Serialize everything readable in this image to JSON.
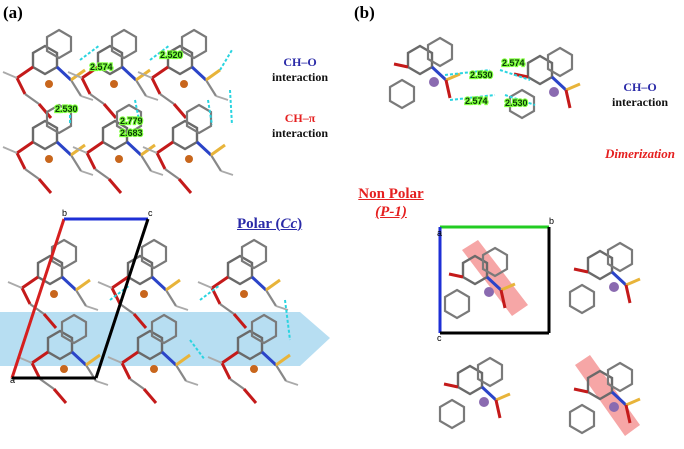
{
  "panel_a": {
    "label": "(a)",
    "top": {
      "ch_o_title": "CH–O",
      "ch_o_sub": "interaction",
      "ch_pi_title": "CH–π",
      "ch_pi_sub": "interaction",
      "distances": [
        "2.574",
        "2.520",
        "2.530",
        "2.779",
        "2.683"
      ]
    },
    "bottom": {
      "polar_prefix": "Polar (",
      "polar_space_group": "Cc",
      "polar_suffix": ")",
      "axis_a": "a",
      "axis_b": "b",
      "axis_c": "c"
    }
  },
  "panel_b": {
    "label": "(b)",
    "top": {
      "ch_o_title": "CH–O",
      "ch_o_sub": "interaction",
      "dimerization": "Dimerization",
      "distances": [
        "2.530",
        "2.574",
        "2.574",
        "2.530"
      ]
    },
    "bottom": {
      "nonpolar_line1": "Non Polar",
      "nonpolar_line2": "(P-1)",
      "axis_a": "a",
      "axis_b": "b",
      "axis_c": "c"
    }
  },
  "colors": {
    "blue_text": "#2a2aa8",
    "red_text": "#e52020",
    "arrow": "#9fd3ee",
    "cell_red": "#d61f1f",
    "cell_blue": "#1e2fd6",
    "cell_green": "#22cc22",
    "highlight": "#f28080"
  }
}
